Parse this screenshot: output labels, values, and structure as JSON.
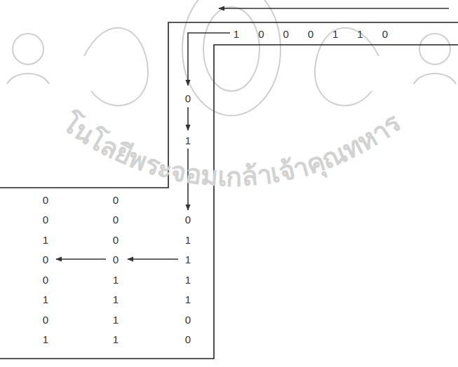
{
  "diagram": {
    "labels": [
      "1",
      "0",
      "0",
      "0",
      "1",
      "1",
      "0",
      "0",
      "1",
      "0",
      "0",
      "1",
      "0",
      "0",
      "1",
      "0",
      "1",
      "0",
      "0",
      "0",
      "0",
      "1",
      "1",
      "1",
      "1",
      "0",
      "1",
      "1",
      "1",
      "1",
      "0",
      "0",
      "โนโลยีพระจอมเกล้าเจ้าคุณทหาร"
    ]
  }
}
